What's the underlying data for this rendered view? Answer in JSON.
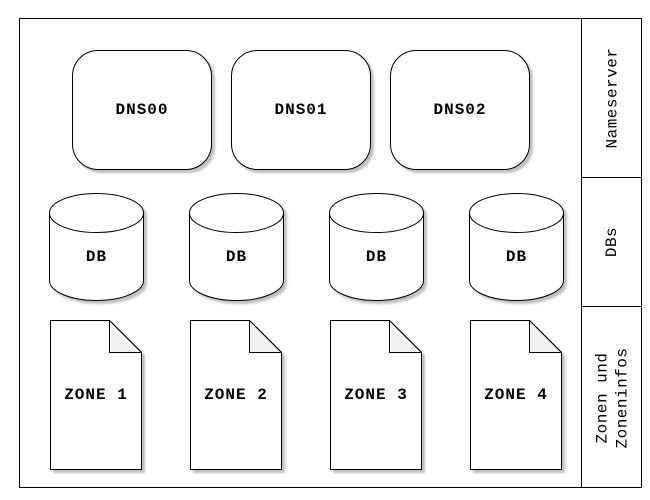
{
  "sidebar": {
    "sections": [
      {
        "label": "Nameserver"
      },
      {
        "label": "DBs"
      },
      {
        "label_line1": "Zonen und",
        "label_line2": "Zoneninfos"
      }
    ]
  },
  "nameservers": [
    {
      "label": "DNS00"
    },
    {
      "label": "DNS01"
    },
    {
      "label": "DNS02"
    }
  ],
  "databases": [
    {
      "label": "DB"
    },
    {
      "label": "DB"
    },
    {
      "label": "DB"
    },
    {
      "label": "DB"
    }
  ],
  "zones": [
    {
      "label": "ZONE 1"
    },
    {
      "label": "ZONE 2"
    },
    {
      "label": "ZONE 3"
    },
    {
      "label": "ZONE 4"
    }
  ],
  "colors": {
    "stroke": "#000000",
    "fill": "#ffffff",
    "fold_fill": "#f2f2f2",
    "background": "#ffffff",
    "shadow": "#cccccc"
  }
}
